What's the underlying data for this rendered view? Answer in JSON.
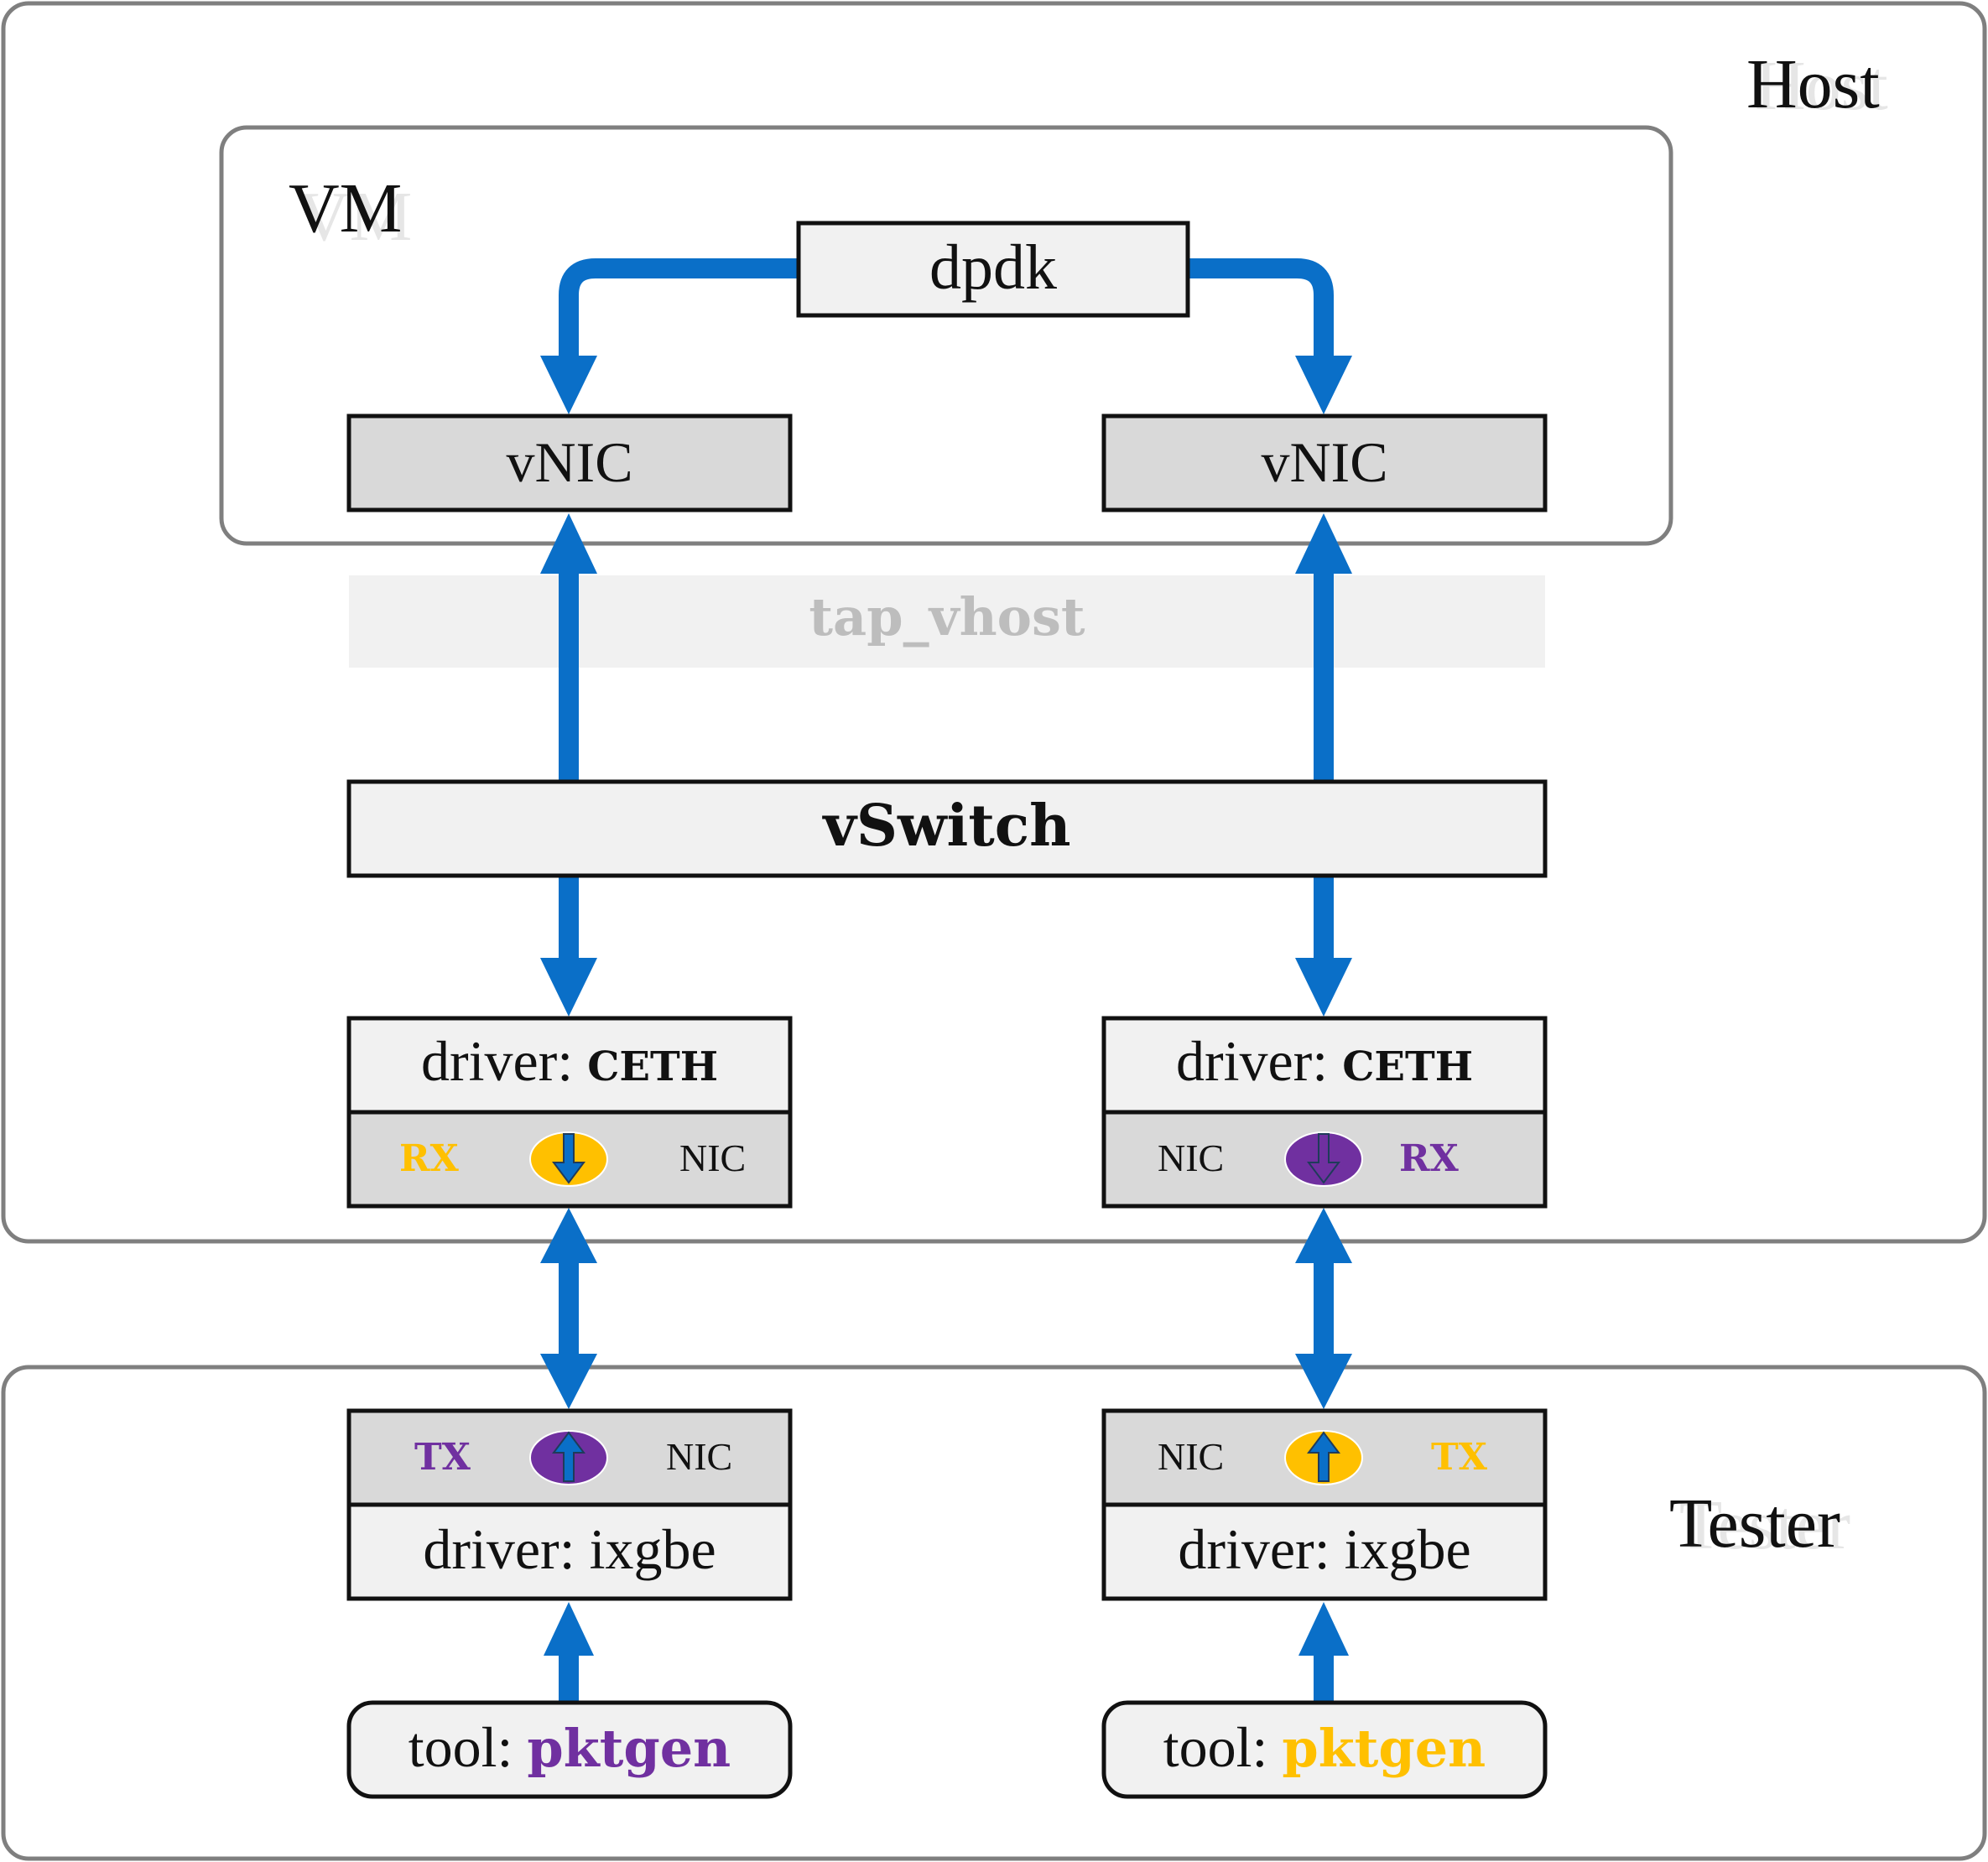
{
  "regions": {
    "host": "Host",
    "vm": "VM",
    "tester": "Tester"
  },
  "vm": {
    "dpdk": "dpdk",
    "vnic_left": "vNIC",
    "vnic_right": "vNIC"
  },
  "tap_vhost": "tap_vhost",
  "vswitch": "vSwitch",
  "host_nics": {
    "left": {
      "driver_prefix": "driver: ",
      "driver_name": "CETH",
      "port_label": "RX",
      "nic_label": "NIC"
    },
    "right": {
      "driver_prefix": "driver: ",
      "driver_name": "CETH",
      "port_label": "RX",
      "nic_label": "NIC"
    }
  },
  "tester_nics": {
    "left": {
      "port_label": "TX",
      "nic_label": "NIC",
      "driver": "driver: ixgbe",
      "tool_prefix": "tool: ",
      "tool_name": "pktgen"
    },
    "right": {
      "port_label": "TX",
      "nic_label": "NIC",
      "driver": "driver: ixgbe",
      "tool_prefix": "tool: ",
      "tool_name": "pktgen"
    }
  },
  "colors": {
    "flow": "#0a6fc8",
    "purple": "#7030a0",
    "gold": "#ffc000",
    "container_border": "#7f7f7f",
    "box_light": "#f1f1f1",
    "box_dark": "#d9d9d9",
    "tap_text": "#bdbdbd"
  }
}
